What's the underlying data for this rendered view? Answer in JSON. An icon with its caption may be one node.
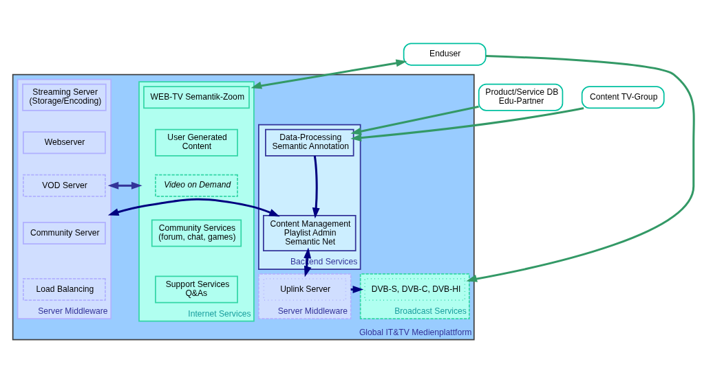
{
  "diagram": {
    "nodes": [
      {
        "text": [
          "Enduser"
        ]
      },
      {
        "text": [
          "Product/Service DB Edu-Partner"
        ]
      },
      {
        "text": [
          "Content TV-Group"
        ]
      },
      {
        "text": [
          "Global IT&TV Medienplattform"
        ]
      },
      {
        "text": [
          "Internet Services"
        ],
        "in": 3
      },
      {
        "text": [
          "WEB-TV Semantik-Zoom"
        ],
        "in": 4
      },
      {
        "text": [
          "User Generated Content"
        ],
        "in": 4
      },
      {
        "text": [
          "Video on Demand"
        ],
        "in": 4
      },
      {
        "text": [
          "Community Services (forum, chat, games)"
        ],
        "in": 4
      },
      {
        "text": [
          "Support Services Q&As"
        ],
        "in": 4
      },
      {
        "text": [
          "Server Middleware"
        ],
        "in": 3
      },
      {
        "text": [
          "Streaming Server (Storage/Encoding)"
        ],
        "in": 10
      },
      {
        "text": [
          "Webserver"
        ],
        "in": 10
      },
      {
        "text": [
          "VOD Server"
        ],
        "in": 10
      },
      {
        "text": [
          "Community Server"
        ],
        "in": 10
      },
      {
        "text": [
          "Load Balancing"
        ],
        "in": 10
      },
      {
        "text": [
          "Backend Services"
        ],
        "in": 3
      },
      {
        "text": [
          "Data-Processing Semantic Annotation"
        ],
        "in": 16
      },
      {
        "text": [
          "Content Management Playlist Admin Semantic Net"
        ],
        "in": 16
      },
      {
        "text": [
          "Broadcast Services"
        ],
        "in": 3
      },
      {
        "text": [
          "DVB-S, DVB-C, DVB-HI"
        ],
        "in": 19
      },
      {
        "text": [
          "Server Middleware"
        ],
        "in": 3
      },
      {
        "text": [
          "Uplink Server"
        ],
        "in": 21
      }
    ],
    "edges": [
      {
        "from": 0,
        "to": 4,
        "arrow": "both",
        "color": "#339966"
      },
      {
        "from": 0,
        "to": 19,
        "arrow": "to",
        "color": "#339966"
      },
      {
        "from": 1,
        "to": 17,
        "arrow": "to",
        "color": "#339966"
      },
      {
        "from": 2,
        "to": 17,
        "arrow": "to",
        "color": "#339966"
      },
      {
        "from": 4,
        "to": 10,
        "arrow": "both",
        "color": "#333399"
      },
      {
        "from": 17,
        "to": 18,
        "arrow": "to",
        "color": "#000080"
      },
      {
        "from": 18,
        "to": 10,
        "arrow": "both",
        "color": "#000080"
      },
      {
        "from": 18,
        "to": 21,
        "arrow": "both",
        "color": "#000080"
      },
      {
        "from": 21,
        "to": 19,
        "arrow": "to",
        "color": "#000080"
      }
    ]
  }
}
